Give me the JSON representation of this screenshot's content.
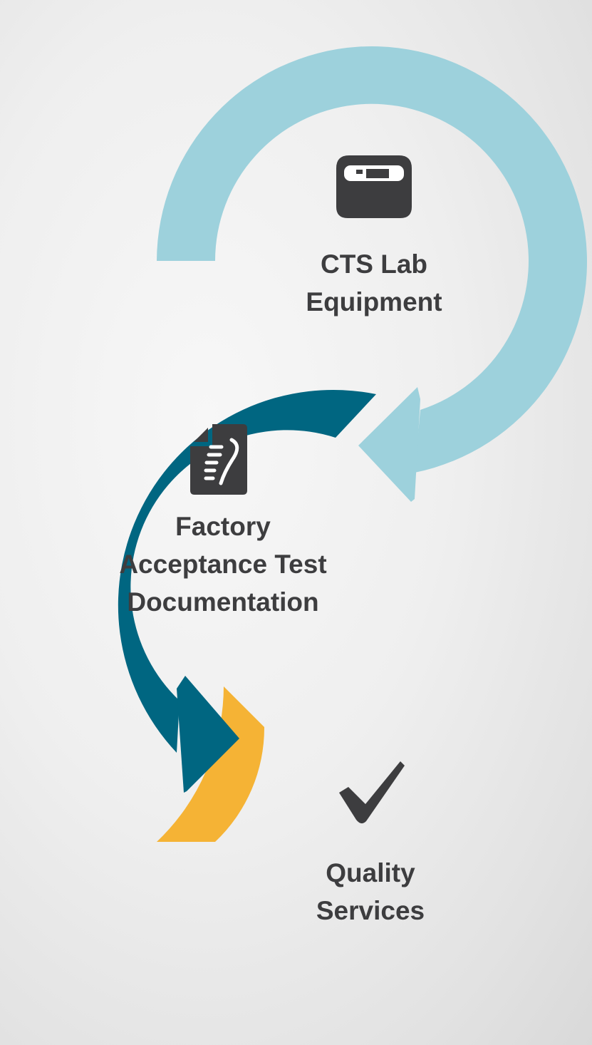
{
  "colors": {
    "step1": "#9dd1dc",
    "step2": "#006681",
    "step3": "#f5b335",
    "icon": "#3d3d3f",
    "text": "#3d3d3f"
  },
  "steps": [
    {
      "label": "CTS Lab\nEquipment",
      "icon": "lab-equipment-icon"
    },
    {
      "label": "Factory\nAcceptance Test\nDocumentation",
      "icon": "document-icon"
    },
    {
      "label": "Quality\nServices",
      "icon": "checkmark-icon"
    }
  ]
}
